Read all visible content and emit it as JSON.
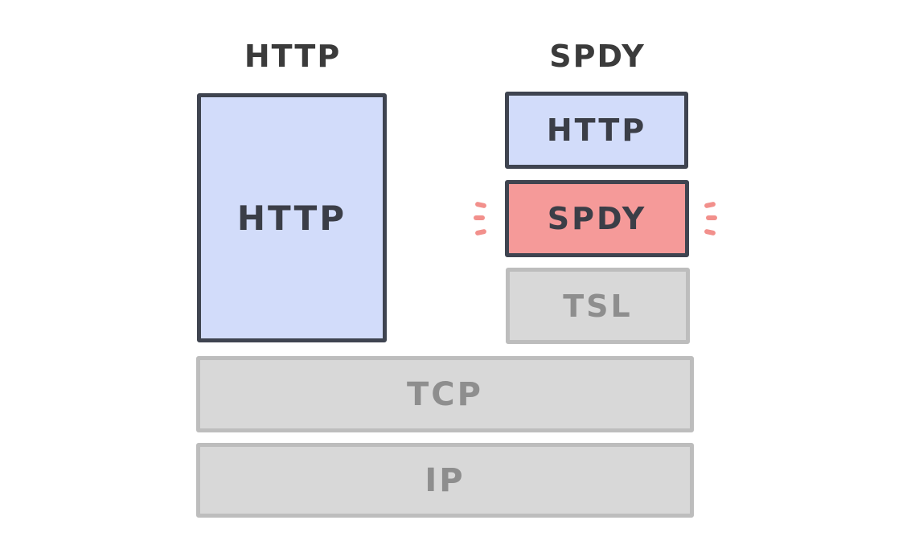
{
  "columns": {
    "http": {
      "title": "HTTP",
      "layers": [
        "HTTP"
      ]
    },
    "spdy": {
      "title": "SPDY",
      "layers": [
        "HTTP",
        "SPDY",
        "TSL"
      ]
    }
  },
  "shared_layers": [
    "TCP",
    "IP"
  ],
  "colors": {
    "application_layer": "#d2dcfa",
    "highlighted_layer": "#f59a99",
    "transport_layer": "#d8d8d8",
    "outline": "#3f4450"
  }
}
